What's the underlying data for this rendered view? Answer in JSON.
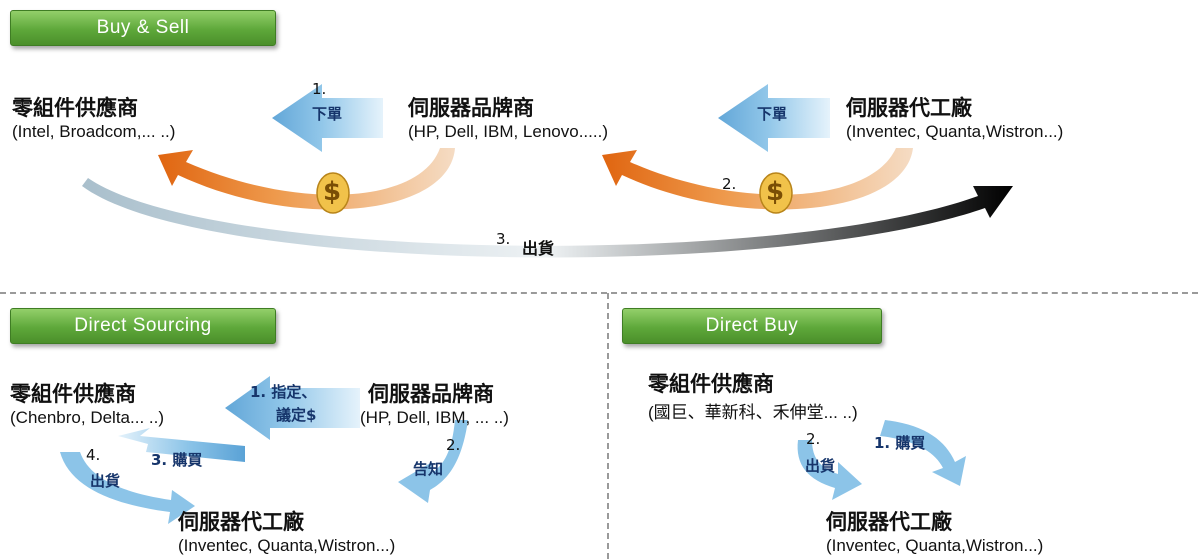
{
  "section_buy_sell": {
    "badge": "Buy & Sell",
    "component_supplier": {
      "name": "零組件供應商",
      "examples": "(Intel, Broadcom,... ..)"
    },
    "brand": {
      "name": "伺服器品牌商",
      "examples": "(HP, Dell, IBM, Lenovo.....)"
    },
    "odm": {
      "name": "伺服器代工廠",
      "examples": "(Inventec, Quanta,Wistron...)"
    },
    "arrow1_num": "1.",
    "arrow1_label": "下單",
    "arrow2_label": "下單",
    "step2_num": "2.",
    "step3_num": "3.",
    "step3_label": "出貨",
    "dollar": "$"
  },
  "section_direct_sourcing": {
    "badge": "Direct Sourcing",
    "component_supplier": {
      "name": "零組件供應商",
      "examples": "(Chenbro, Delta... ..)"
    },
    "brand": {
      "name": "伺服器品牌商",
      "examples": "(HP, Dell, IBM, ... ..)"
    },
    "odm": {
      "name": "伺服器代工廠",
      "examples": "(Inventec, Quanta,Wistron...)"
    },
    "arrow1_line1": "1. 指定、",
    "arrow1_line2": "議定$",
    "arrow2_num": "2.",
    "arrow2_label": "告知",
    "arrow3_label": "3. 購買",
    "arrow4_num": "4.",
    "arrow4_label": "出貨"
  },
  "section_direct_buy": {
    "badge": "Direct Buy",
    "component_supplier": {
      "name": "零組件供應商",
      "examples": "(國巨、華新科、禾伸堂... ..)"
    },
    "odm": {
      "name": "伺服器代工廠",
      "examples": "(Inventec, Quanta,Wistron...)"
    },
    "arrow1_label": "1. 購買",
    "arrow2_num": "2.",
    "arrow2_label": "出貨"
  },
  "colors": {
    "badge_green": "#5ea83a",
    "arrow_blue": "#8cc4e8",
    "arrow_orange": "#e8761a",
    "dollar_gold": "#d9a520",
    "divider": "#9a9a9a"
  }
}
